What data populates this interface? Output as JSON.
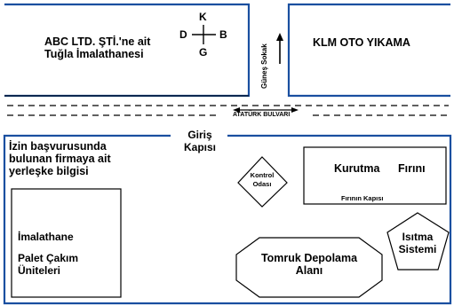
{
  "left_block": {
    "line1": "ABC LTD. ŞTİ.'ne ait",
    "line2": "Tuğla İmalathanesi"
  },
  "compass": {
    "north": "K",
    "south": "G",
    "west": "D",
    "east": "B"
  },
  "street": {
    "label": "Güneş Sokak"
  },
  "right_block": {
    "label": "KLM OTO YIKAMA"
  },
  "boulevard": {
    "label": "ATATÜRK BULVARI"
  },
  "entrance": {
    "line1": "Giriş",
    "line2": "Kapısı"
  },
  "info": {
    "line1": "İzin başvurusunda",
    "line2": "bulunan firmaya ait",
    "line3": "yerleşke bilgisi"
  },
  "control_room": {
    "line1": "Kontrol",
    "line2": "Odası"
  },
  "drying_oven": {
    "label1": "Kurutma",
    "label2": "Fırını",
    "door": "Fırının Kapısı"
  },
  "factory": {
    "line1": "İmalathane",
    "line2": "Palet Çakım",
    "line3": "Üniteleri"
  },
  "heating": {
    "line1": "Isıtma",
    "line2": "Sistemi"
  },
  "log_storage": {
    "line1": "Tomruk Depolama",
    "line2": "Alanı"
  },
  "colors": {
    "stroke": "#000000",
    "frame": "#1a4fa0",
    "background": "#ffffff"
  }
}
